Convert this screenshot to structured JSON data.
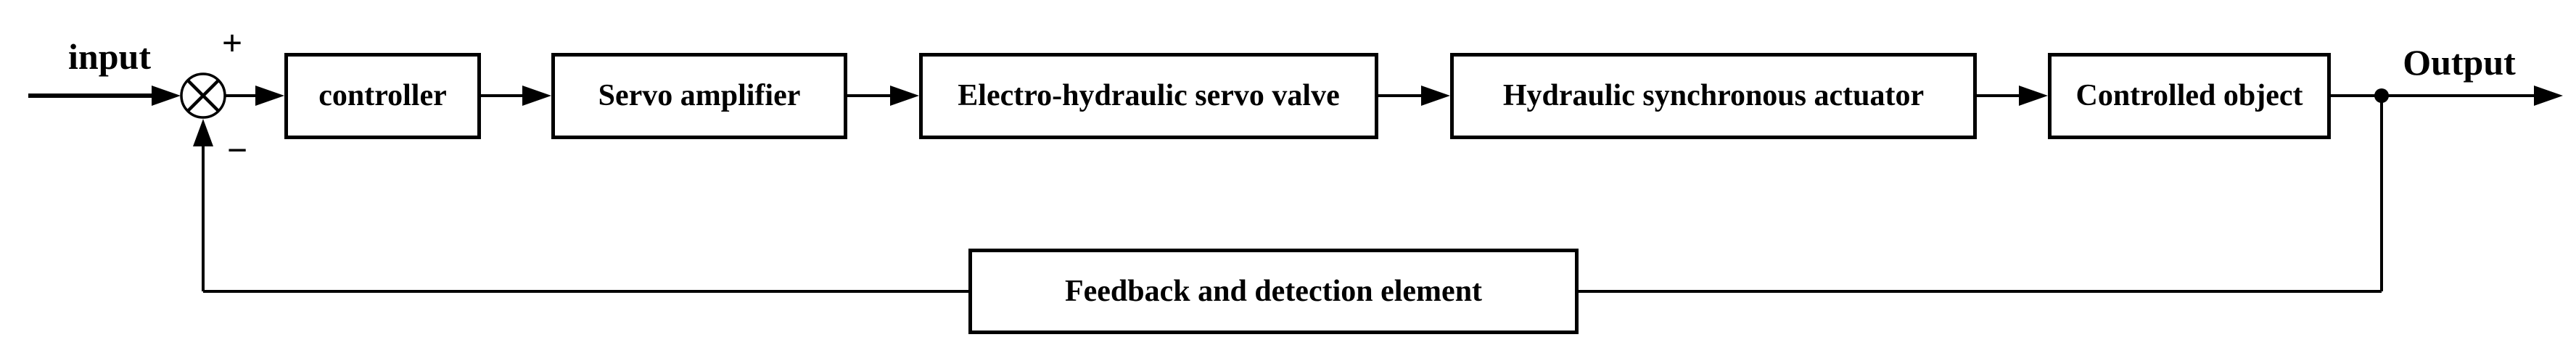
{
  "diagram": {
    "type": "control-system-block-diagram",
    "colors": {
      "background": "#ffffff",
      "line": "#000000",
      "block_fill": "#ffffff",
      "text": "#000000"
    },
    "labels": {
      "input": "input",
      "output": "Output"
    },
    "summing_junction": {
      "symbol": "circle-with-diagonal-cross",
      "plus_sign": "+",
      "minus_sign": "−"
    },
    "blocks": [
      {
        "id": "controller",
        "label": "controller"
      },
      {
        "id": "servo-amplifier",
        "label": "Servo amplifier"
      },
      {
        "id": "electro-hydraulic-servo-valve",
        "label": "Electro-hydraulic servo valve"
      },
      {
        "id": "hydraulic-synchronous-actuator",
        "label": "Hydraulic synchronous actuator"
      },
      {
        "id": "controlled-object",
        "label": "Controlled object"
      },
      {
        "id": "feedback-detection-element",
        "label": "Feedback and detection element"
      }
    ],
    "forward_path": [
      "input",
      "summing-junction",
      "controller",
      "servo-amplifier",
      "electro-hydraulic-servo-valve",
      "hydraulic-synchronous-actuator",
      "controlled-object",
      "output"
    ],
    "feedback_path": [
      "output-branch-point",
      "feedback-detection-element",
      "summing-junction-minus-input"
    ]
  }
}
